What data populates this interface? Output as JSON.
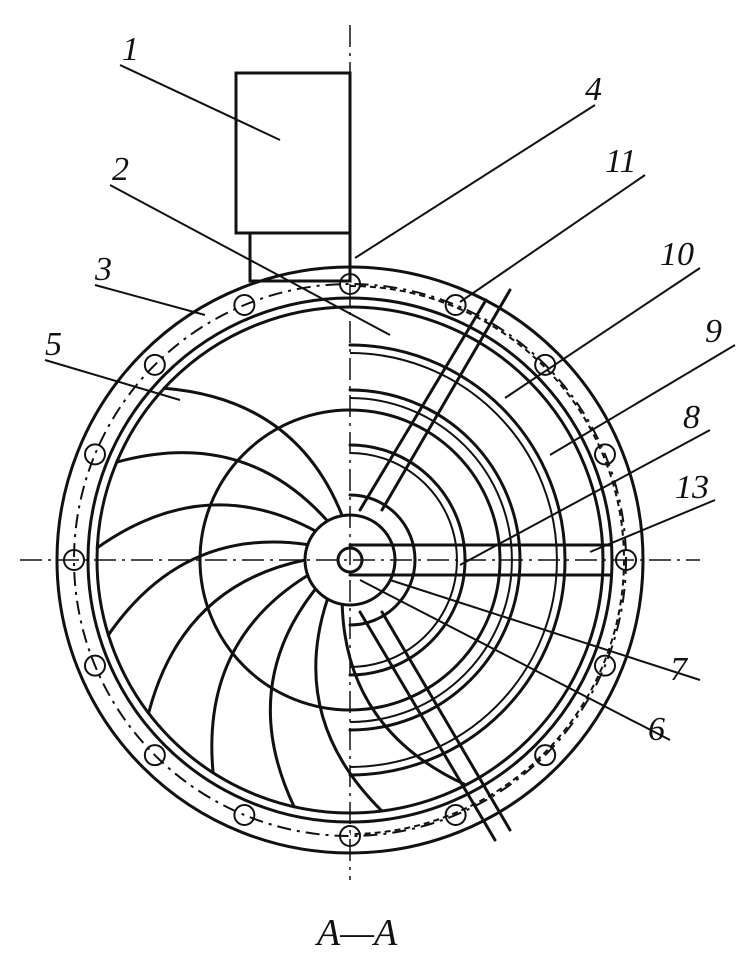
{
  "figure": {
    "caption": "A—A",
    "labels": [
      "1",
      "2",
      "3",
      "4",
      "5",
      "6",
      "7",
      "8",
      "9",
      "10",
      "11",
      "13"
    ]
  }
}
